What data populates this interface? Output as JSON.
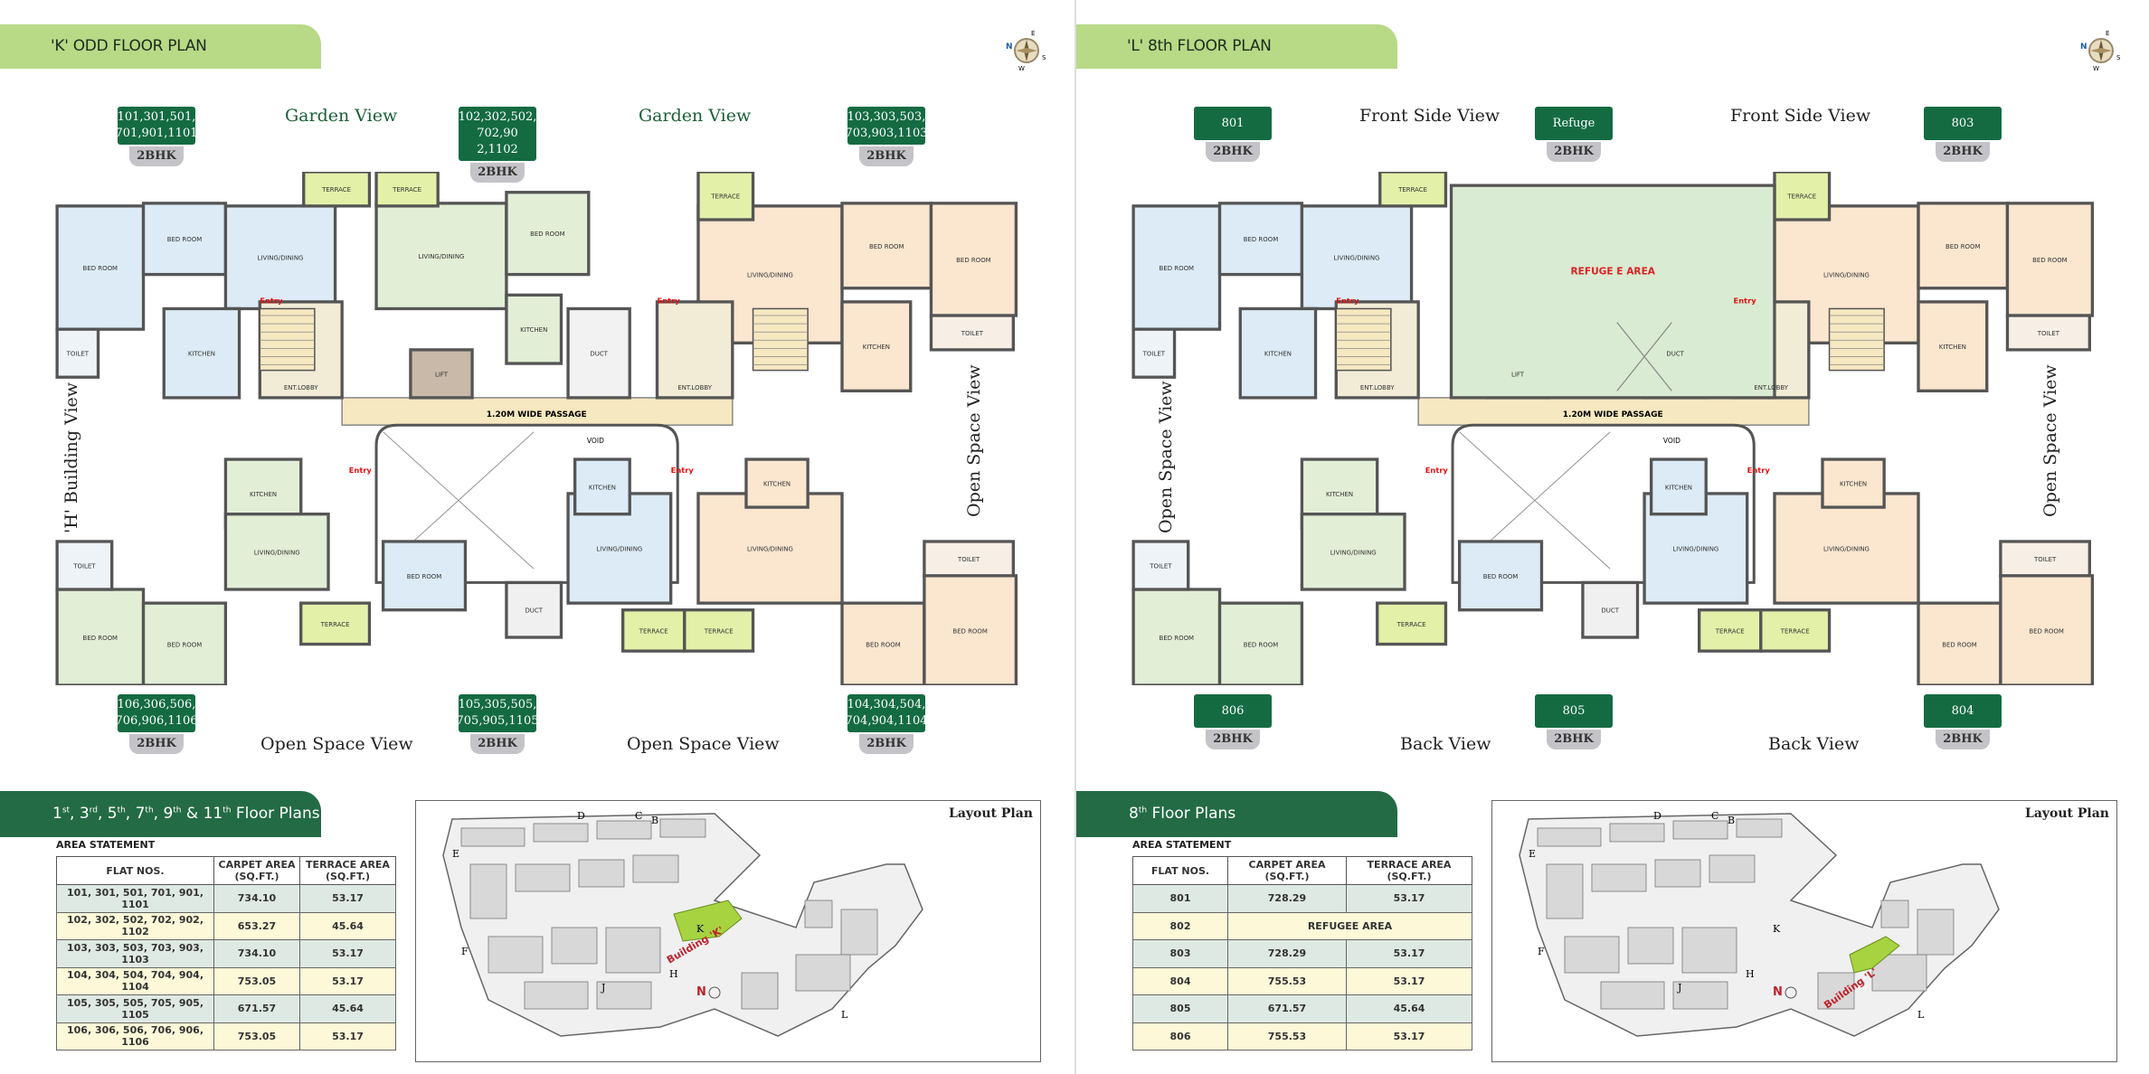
{
  "pages": [
    {
      "title": "'K' ODD FLOOR PLAN",
      "compass": {
        "n": "N",
        "e": "E",
        "s": "S",
        "w": "W"
      },
      "badges_top": [
        {
          "num": "101,301,501, 701,901,1101",
          "type": "2BHK"
        },
        {
          "num": "102,302,502, 702,90 2,1102",
          "type": "2BHK"
        },
        {
          "num": "103,303,503, 703,903,1103",
          "type": "2BHK"
        }
      ],
      "badges_bottom": [
        {
          "num": "106,306,506, 706,906,1106",
          "type": "2BHK"
        },
        {
          "num": "105,305,505, 705,905,1105",
          "type": "2BHK"
        },
        {
          "num": "104,304,504, 704,904,1104",
          "type": "2BHK"
        }
      ],
      "views": {
        "top_left": "Garden View",
        "top_right": "Garden View",
        "bottom_left": "Open Space View",
        "bottom_right": "Open Space View",
        "left": "'H' Building View",
        "right": "Open Space View"
      },
      "plan_labels": {
        "bedroom": "BED ROOM",
        "living": "LIVING/DINING",
        "kitchen": "KITCHEN",
        "terrace": "TERRACE",
        "toilet": "TOILET",
        "lobby": "ENT.LOBBY",
        "lift": "LIFT",
        "duct": "DUCT",
        "passage": "1.20M WIDE PASSAGE",
        "void": "VOID",
        "entry": "Entry",
        "center": ""
      },
      "floors_title": {
        "a": "1",
        "a_sup": "st",
        "b": ", 3",
        "b_sup": "rd",
        "c": ", 5",
        "c_sup": "th",
        "d": ", 7",
        "d_sup": "th",
        "e": ", 9",
        "e_sup": "th",
        "f": " & 11",
        "f_sup": "th",
        "g": " Floor Plans"
      },
      "area_statement": "AREA STATEMENT",
      "table": {
        "headers": [
          "FLAT NOS.",
          "CARPET AREA (SQ.FT.)",
          "TERRACE AREA (SQ.FT.)"
        ],
        "rows": [
          [
            "101, 301, 501, 701, 901, 1101",
            "734.10",
            "53.17"
          ],
          [
            "102, 302, 502, 702, 902, 1102",
            "653.27",
            "45.64"
          ],
          [
            "103, 303, 503, 703, 903, 1103",
            "734.10",
            "53.17"
          ],
          [
            "104, 304, 504, 704, 904, 1104",
            "753.05",
            "53.17"
          ],
          [
            "105, 305, 505, 705, 905, 1105",
            "671.57",
            "45.64"
          ],
          [
            "106, 306, 506, 706, 906, 1106",
            "753.05",
            "53.17"
          ]
        ]
      },
      "layout": {
        "title": "Layout Plan",
        "building": "Building 'K'",
        "letters": [
          "B",
          "C",
          "D",
          "E",
          "F",
          "H",
          "J",
          "K",
          "L"
        ],
        "north": "N"
      }
    },
    {
      "title": "'L' 8th FLOOR PLAN",
      "compass": {
        "n": "N",
        "e": "E",
        "s": "S",
        "w": "W"
      },
      "badges_top": [
        {
          "num": "801",
          "type": "2BHK"
        },
        {
          "num": "Refuge",
          "type": "2BHK"
        },
        {
          "num": "803",
          "type": "2BHK"
        }
      ],
      "badges_bottom": [
        {
          "num": "806",
          "type": "2BHK"
        },
        {
          "num": "805",
          "type": "2BHK"
        },
        {
          "num": "804",
          "type": "2BHK"
        }
      ],
      "views": {
        "top_left": "Front Side View",
        "top_right": "Front Side View",
        "bottom_left": "Back View",
        "bottom_right": "Back View",
        "left": "Open Space View",
        "right": "Open Space View"
      },
      "plan_labels": {
        "bedroom": "BED ROOM",
        "living": "LIVING/DINING",
        "kitchen": "KITCHEN",
        "terrace": "TERRACE",
        "toilet": "TOILET",
        "lobby": "ENT.LOBBY",
        "lift": "LIFT",
        "duct": "DUCT",
        "passage": "1.20M WIDE PASSAGE",
        "void": "VOID",
        "entry": "Entry",
        "center": "REFUGE E AREA"
      },
      "floors_title": {
        "a": "8",
        "a_sup": "th",
        "b": "",
        "b_sup": "",
        "c": "",
        "c_sup": "",
        "d": "",
        "d_sup": "",
        "e": "",
        "e_sup": "",
        "f": "",
        "f_sup": "",
        "g": " Floor Plans"
      },
      "area_statement": "AREA STATEMENT",
      "table": {
        "headers": [
          "FLAT NOS.",
          "CARPET AREA (SQ.FT.)",
          "TERRACE AREA (SQ.FT.)"
        ],
        "rows": [
          [
            "801",
            "728.29",
            "53.17"
          ],
          [
            "802",
            "REFUGEE AREA",
            ""
          ],
          [
            "803",
            "728.29",
            "53.17"
          ],
          [
            "804",
            "755.53",
            "53.17"
          ],
          [
            "805",
            "671.57",
            "45.64"
          ],
          [
            "806",
            "755.53",
            "53.17"
          ]
        ]
      },
      "layout": {
        "title": "Layout Plan",
        "building": "Building 'L'",
        "letters": [
          "B",
          "C",
          "D",
          "E",
          "F",
          "H",
          "J",
          "K",
          "L"
        ],
        "north": "N"
      }
    }
  ],
  "colors": {
    "green_dark": "#236b44",
    "green_light": "#b8d986",
    "badge": "#146b42",
    "blue_room": "#dcebf5",
    "green_room": "#e2eed6",
    "peach_room": "#fbe6cf",
    "terrace": "#e3f0a8",
    "passage": "#f6e8c0",
    "lift": "#c9b9a8",
    "refuge": "#d9ebd2"
  }
}
